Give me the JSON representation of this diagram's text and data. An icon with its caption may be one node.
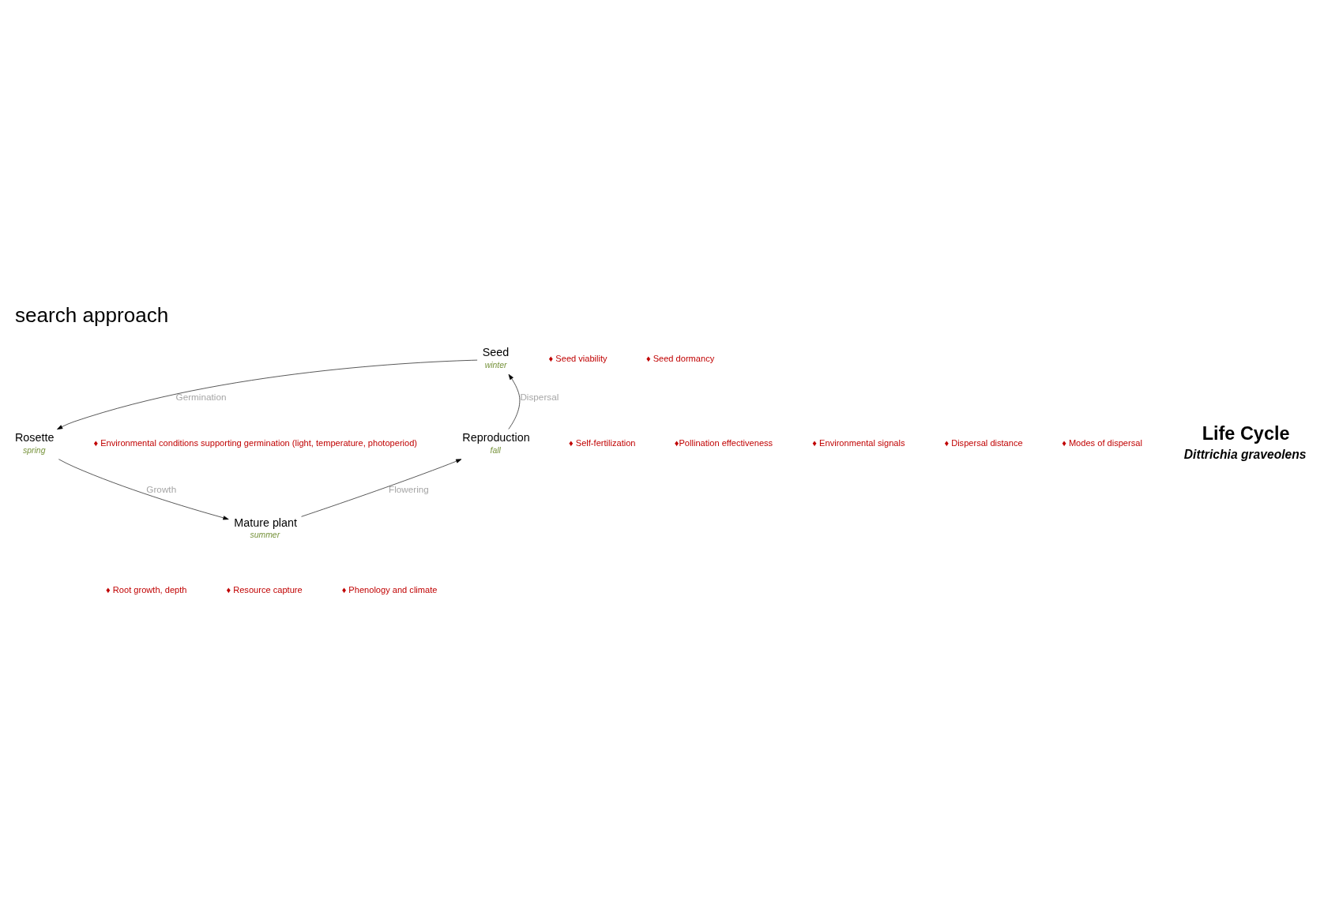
{
  "diagram": {
    "title": "search approach",
    "nodes": [
      {
        "text": [
          "Seed"
        ],
        "beside": [
          "winter"
        ]
      },
      {
        "text": [
          "Rosette"
        ],
        "beside": [
          "spring"
        ]
      },
      {
        "text": [
          "Mature plant"
        ],
        "beside": [
          "summer"
        ]
      },
      {
        "text": [
          "Reproduction"
        ],
        "beside": [
          "fall"
        ]
      }
    ],
    "edges": [
      {
        "from": 0,
        "to": 1,
        "arrow": "to",
        "label": "Germination"
      },
      {
        "from": 1,
        "to": 2,
        "arrow": "to",
        "label": "Growth"
      },
      {
        "from": 2,
        "to": 3,
        "arrow": "to",
        "label": "Flowering"
      },
      {
        "from": 3,
        "to": 0,
        "arrow": "to",
        "label": "Dispersal"
      }
    ],
    "labels": [
      "♦ Seed dormancy",
      "♦ Seed viability",
      "♦ Environmental conditions supporting germination (light, temperature, photoperiod)",
      "♦ Modes of dispersal",
      "♦ Dispersal distance",
      "Life Cycle",
      "Dittrichia graveolens",
      "♦ Root growth, depth",
      "♦ Resource capture",
      "♦ Phenology and climate",
      "♦ Environmental signals",
      "♦Pollination effectiveness",
      "♦ Self-fertilization"
    ]
  }
}
